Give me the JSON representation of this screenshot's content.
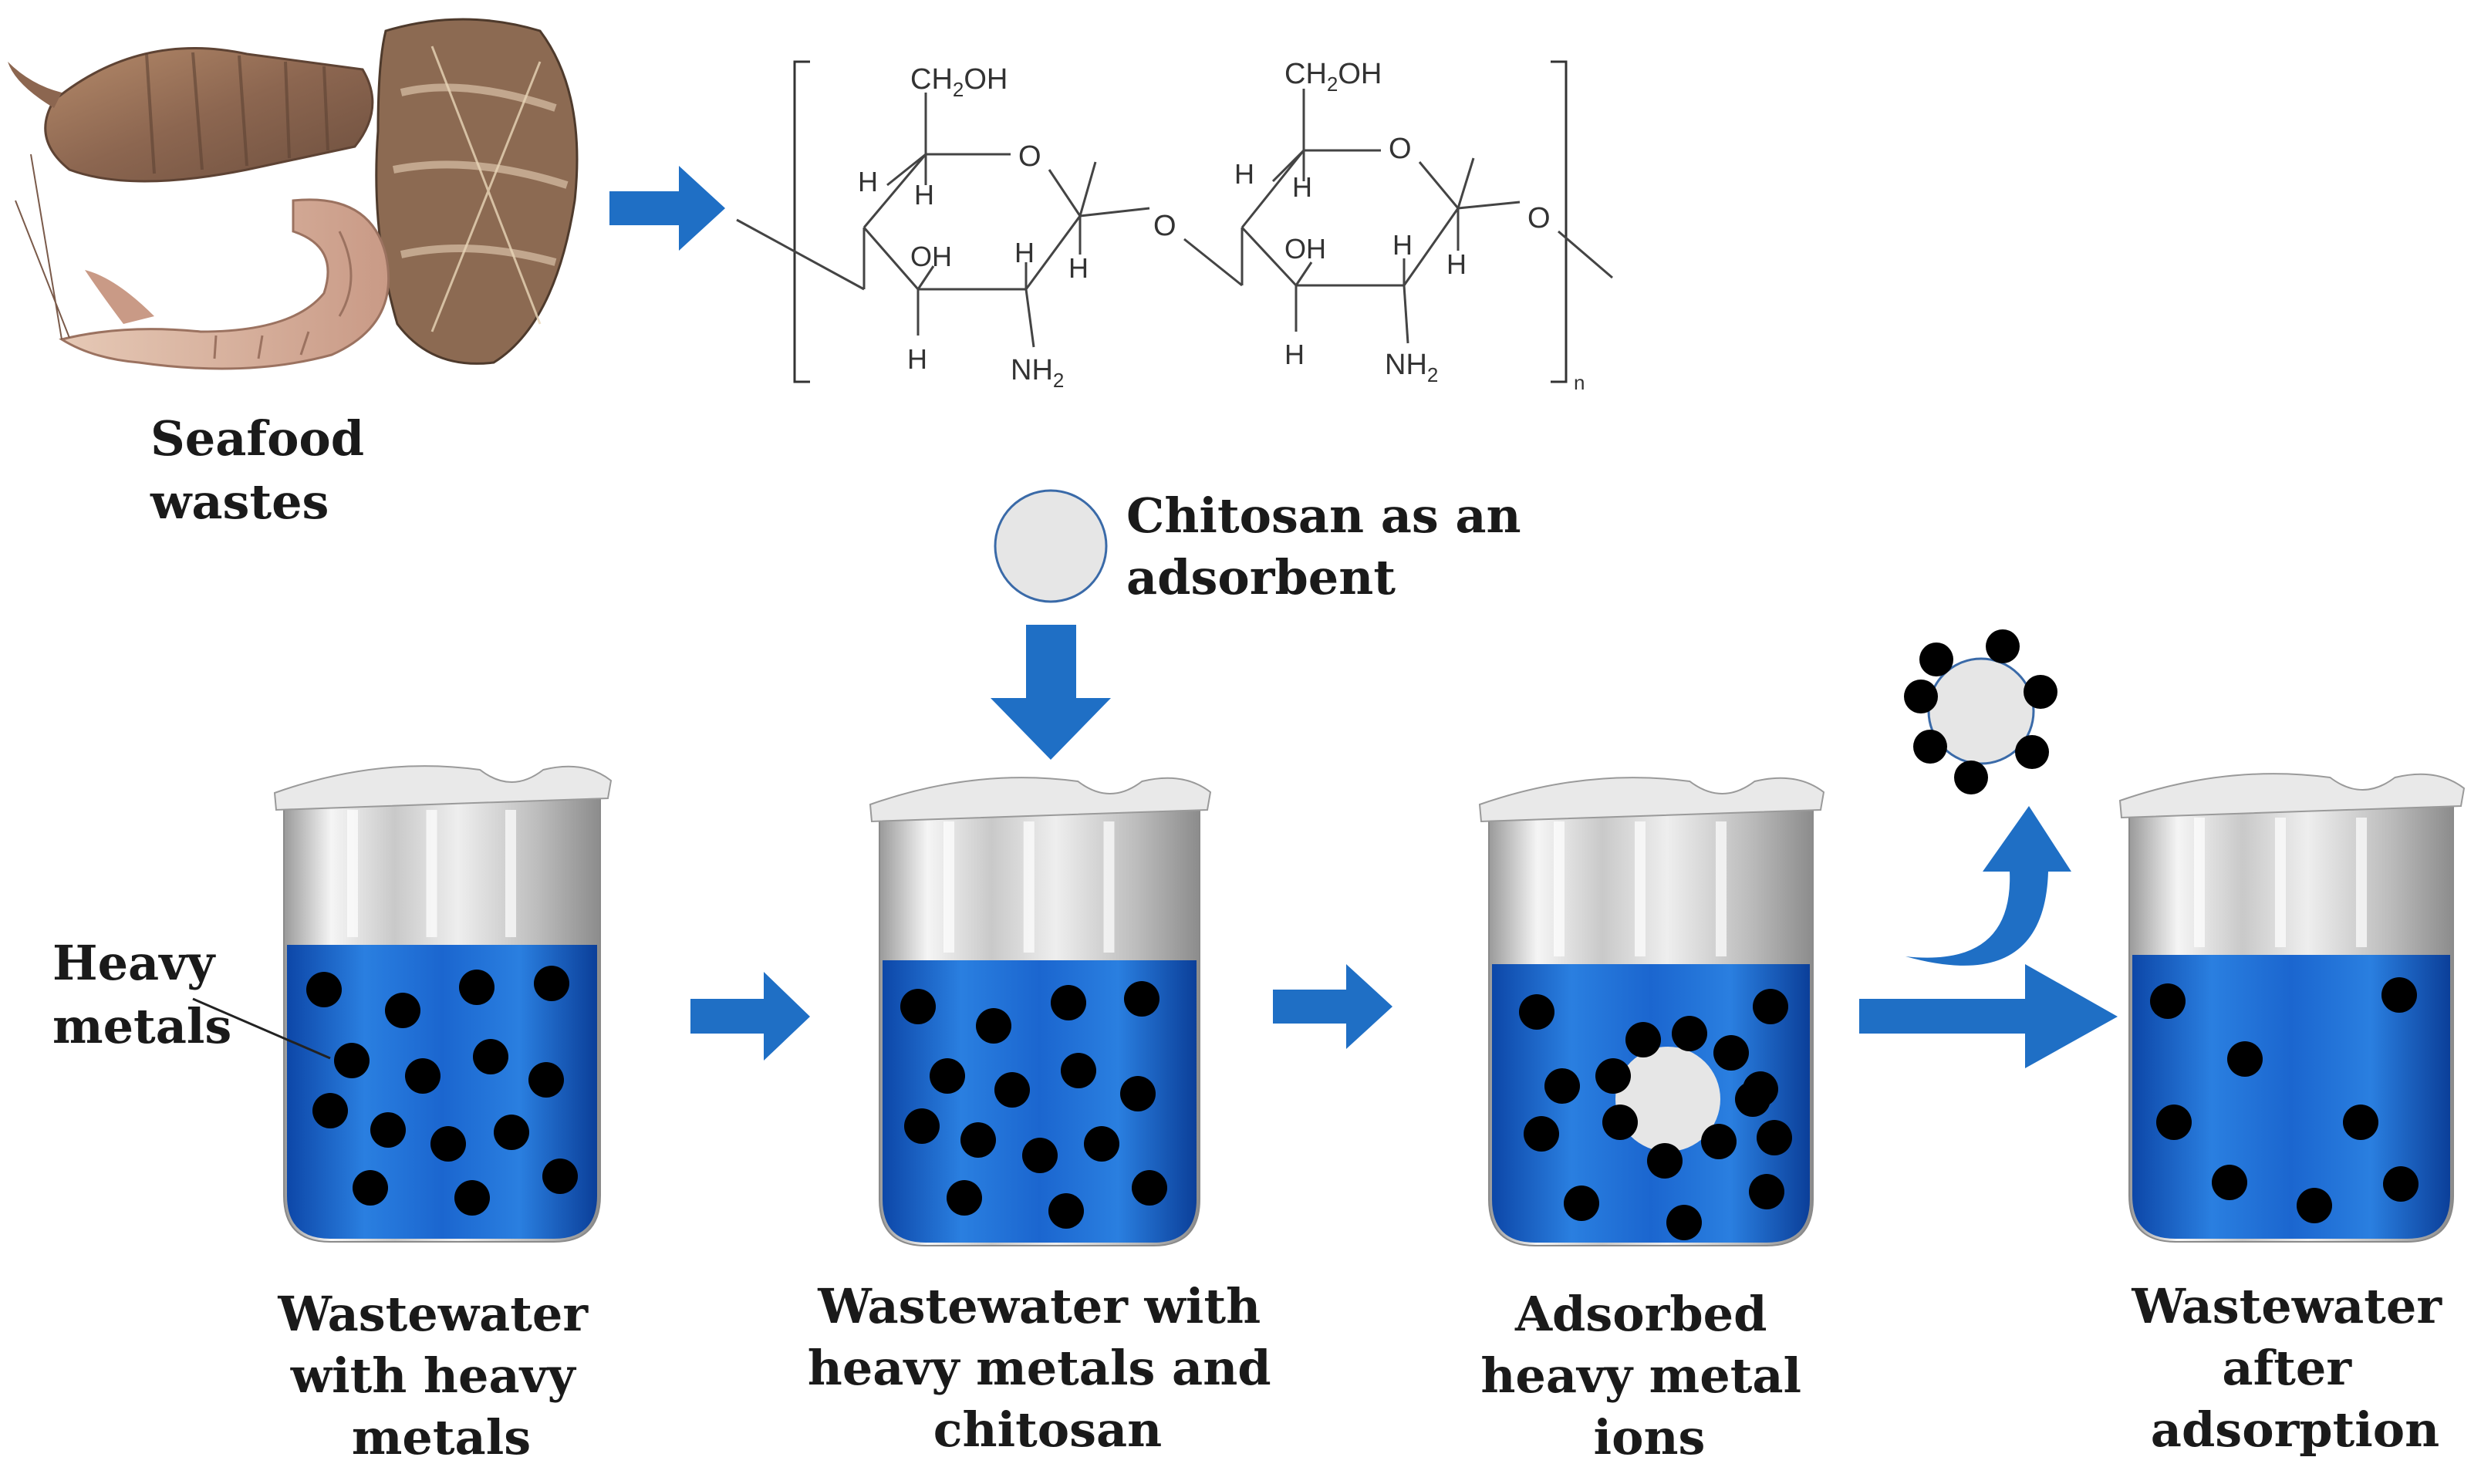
{
  "labels": {
    "seafood": [
      "Seafood",
      "wastes"
    ],
    "chitosan": [
      "Chitosan as an",
      "adsorbent"
    ],
    "heavy_metals": [
      "Heavy",
      "metals"
    ],
    "beaker1": [
      "Wastewater",
      "with heavy",
      "metals"
    ],
    "beaker2": [
      "Wastewater with",
      "heavy metals and",
      "chitosan"
    ],
    "beaker3": [
      "Adsorbed",
      "heavy metal",
      "ions"
    ],
    "beaker4": [
      "Wastewater",
      "after",
      "adsorption"
    ]
  },
  "chem": {
    "ch2oh": "CH",
    "ch2oh_sub": "2",
    "ch2oh_tail": "OH",
    "o": "O",
    "h": "H",
    "oh": "OH",
    "nh": "NH",
    "nh_sub": "2",
    "repeat": "n"
  },
  "colors": {
    "arrow": "#1f6fc5",
    "water": "#1a66d0",
    "particle": "#000000",
    "chitosan": "#e6e6e6",
    "bond": "#444444"
  }
}
